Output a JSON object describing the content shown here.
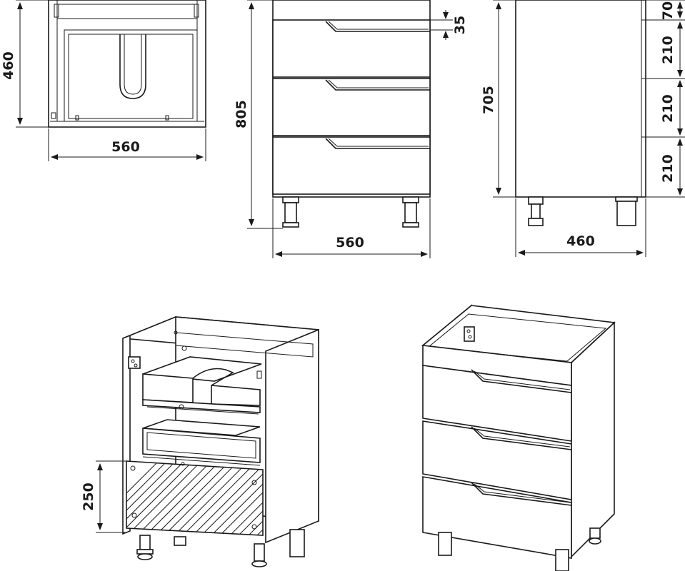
{
  "dimensions": {
    "top_view": {
      "depth": "460",
      "width": "560"
    },
    "front_view": {
      "height": "805",
      "drawer_gap": "35",
      "width": "560"
    },
    "side_view": {
      "body_height": "705",
      "top_rail": "70",
      "drawer_1": "210",
      "drawer_2": "210",
      "drawer_3": "210",
      "depth": "460"
    },
    "open_iso_view": {
      "drawer_height": "250"
    }
  },
  "colors": {
    "line": "#1a1a1a",
    "background": "#ffffff"
  }
}
